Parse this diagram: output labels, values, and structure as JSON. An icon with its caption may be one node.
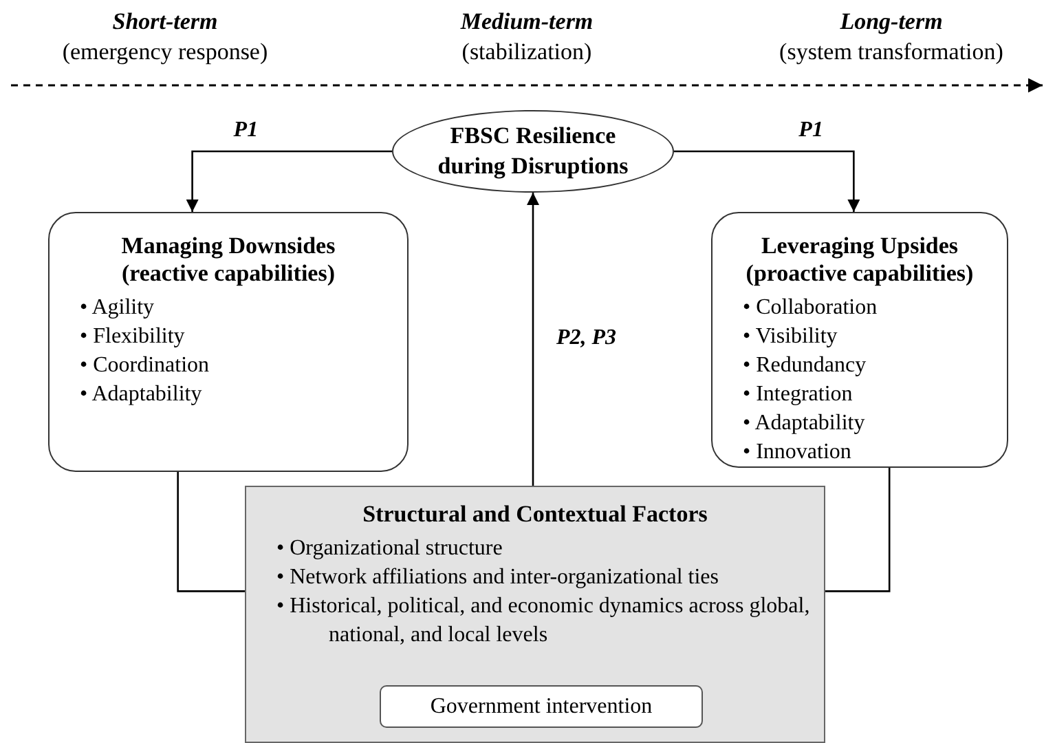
{
  "diagram": {
    "nodes": [
      {
        "text": [
          "FBSC Resilience during Disruptions"
        ]
      },
      {
        "text": [
          "Managing Downsides (reactive capabilities)",
          "• Agility",
          "• Flexibility",
          "• Coordination",
          "• Adaptability"
        ]
      },
      {
        "text": [
          "Leveraging Upsides (proactive capabilities)",
          "• Collaboration",
          "• Visibility",
          "• Redundancy",
          "• Integration",
          "• Adaptability",
          "• Innovation"
        ]
      },
      {
        "text": [
          "Structural and Contextual Factors",
          "• Organizational structure",
          "• Network affiliations and inter-organizational ties",
          "• Historical, political, and economic dynamics across global, national, and local levels"
        ]
      },
      {
        "text": [
          "Government intervention"
        ],
        "in": 3
      }
    ],
    "edges": [
      {
        "from": 0,
        "to": 1,
        "arrow": "to",
        "label": "P1"
      },
      {
        "from": 0,
        "to": 2,
        "arrow": "to",
        "label": "P1"
      },
      {
        "from": 3,
        "to": 0,
        "arrow": "to",
        "label": "P2, P3"
      },
      {
        "from": 1,
        "to": 3,
        "arrow": "none"
      },
      {
        "from": 2,
        "to": 3,
        "arrow": "none"
      }
    ],
    "labels": [
      "Short-term",
      "(emergency response)",
      "Medium-term",
      "(stabilization)",
      "Long-term",
      "(system transformation)"
    ]
  }
}
